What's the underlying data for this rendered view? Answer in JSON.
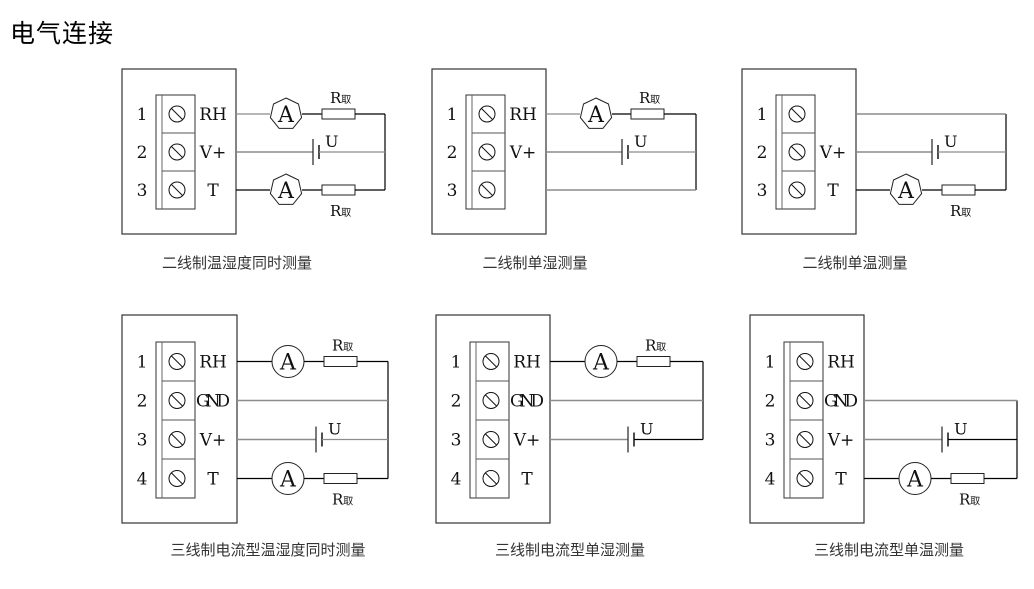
{
  "title": "电气连接",
  "labels": {
    "ammeter": "A",
    "resistor_main": "R",
    "resistor_sub": "取",
    "battery": "U"
  },
  "colors": {
    "wire_dark": "#000000",
    "wire_gray": "#8c8c8c",
    "box": "#333333"
  },
  "diagrams": [
    {
      "id": "two-wire-temp-humidity",
      "caption": "二线制温湿度同时测量",
      "ammeter_shape": "heptagon",
      "terminals": [
        {
          "num": "1",
          "label": "RH"
        },
        {
          "num": "2",
          "label": "V+"
        },
        {
          "num": "3",
          "label": "T"
        }
      ],
      "circuit": {
        "meter_rows": [
          0,
          2
        ],
        "battery_row": 1,
        "plain_rows": [],
        "resistor_label_position": [
          "above",
          "below"
        ]
      }
    },
    {
      "id": "two-wire-humidity-only",
      "caption": "二线制单湿测量",
      "ammeter_shape": "heptagon",
      "terminals": [
        {
          "num": "1",
          "label": "RH"
        },
        {
          "num": "2",
          "label": "V+"
        },
        {
          "num": "3",
          "label": ""
        }
      ],
      "circuit": {
        "meter_rows": [
          0
        ],
        "battery_row": 1,
        "plain_rows": [
          2
        ],
        "resistor_label_position": [
          "above"
        ]
      }
    },
    {
      "id": "two-wire-temp-only",
      "caption": "二线制单温测量",
      "ammeter_shape": "heptagon",
      "terminals": [
        {
          "num": "1",
          "label": ""
        },
        {
          "num": "2",
          "label": "V+"
        },
        {
          "num": "3",
          "label": "T"
        }
      ],
      "circuit": {
        "meter_rows": [
          2
        ],
        "battery_row": 1,
        "plain_rows": [
          0
        ],
        "resistor_label_position": [
          "below"
        ]
      }
    },
    {
      "id": "three-wire-current-temp-humidity",
      "caption": "三线制电流型温湿度同时测量",
      "ammeter_shape": "circle",
      "terminals": [
        {
          "num": "1",
          "label": "RH"
        },
        {
          "num": "2",
          "label": "GND"
        },
        {
          "num": "3",
          "label": "V+"
        },
        {
          "num": "4",
          "label": "T"
        }
      ],
      "circuit": {
        "meter_rows": [
          0,
          3
        ],
        "battery_row": 2,
        "plain_rows": [
          1
        ],
        "resistor_label_position": [
          "above",
          "below"
        ]
      }
    },
    {
      "id": "three-wire-current-humidity-only",
      "caption": "三线制电流型单湿测量",
      "ammeter_shape": "circle",
      "terminals": [
        {
          "num": "1",
          "label": "RH"
        },
        {
          "num": "2",
          "label": "GND"
        },
        {
          "num": "3",
          "label": "V+"
        },
        {
          "num": "4",
          "label": "T"
        }
      ],
      "circuit": {
        "meter_rows": [
          0
        ],
        "battery_row": 2,
        "plain_rows": [
          1
        ],
        "resistor_label_position": [
          "above"
        ]
      }
    },
    {
      "id": "three-wire-current-temp-only",
      "caption": "三线制电流型单温测量",
      "ammeter_shape": "circle",
      "terminals": [
        {
          "num": "1",
          "label": "RH"
        },
        {
          "num": "2",
          "label": "GND"
        },
        {
          "num": "3",
          "label": "V+"
        },
        {
          "num": "4",
          "label": "T"
        }
      ],
      "circuit": {
        "meter_rows": [
          3
        ],
        "battery_row": 2,
        "plain_rows": [
          1
        ],
        "resistor_label_position": [
          "below"
        ]
      }
    }
  ]
}
